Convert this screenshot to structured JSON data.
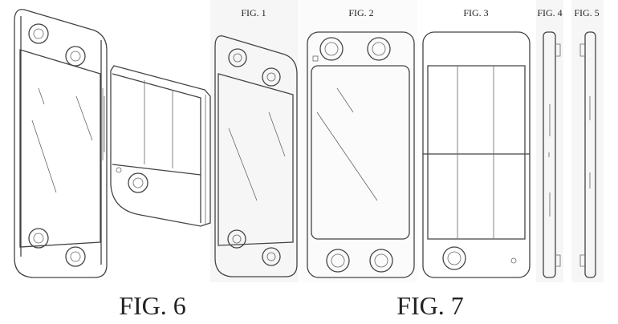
{
  "figures": {
    "fig1": "FIG. 1",
    "fig2": "FIG. 2",
    "fig3": "FIG. 3",
    "fig4": "FIG. 4",
    "fig5": "FIG. 5",
    "fig6": "FIG. 6",
    "fig7": "FIG. 7"
  },
  "colors": {
    "panel": "#f6f6f6",
    "line": "#444444"
  }
}
